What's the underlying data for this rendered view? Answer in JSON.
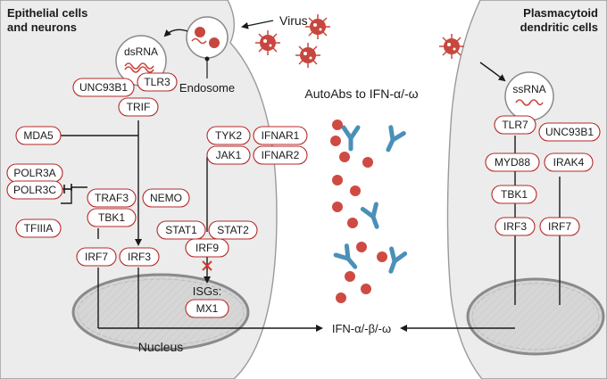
{
  "panels": {
    "left_title_1": "Epithelial cells",
    "left_title_2": "and neurons",
    "right_title_1": "Plasmacytoid",
    "right_title_2": "dendritic cells"
  },
  "labels": {
    "virus": "Virus",
    "endosome": "Endosome",
    "dsrna": "dsRNA",
    "ssrna": "ssRNA",
    "autoabs": "AutoAbs to IFN-α/-ω",
    "isgs": "ISGs:",
    "nucleus": "Nucleus",
    "ifn": "IFN-α/-β/-ω"
  },
  "proteins": {
    "unc93b1_left": "UNC93B1",
    "tlr3": "TLR3",
    "trif": "TRIF",
    "mda5": "MDA5",
    "polr3a": "POLR3A",
    "polr3c": "POLR3C",
    "tfiiia": "TFIIIA",
    "traf3": "TRAF3",
    "tbk1_left": "TBK1",
    "nemo": "NEMO",
    "irf7_left": "IRF7",
    "irf3_left": "IRF3",
    "tyk2": "TYK2",
    "ifnar1": "IFNAR1",
    "jak1": "JAK1",
    "ifnar2": "IFNAR2",
    "stat1": "STAT1",
    "stat2": "STAT2",
    "irf9": "IRF9",
    "mx1": "MX1",
    "tlr7": "TLR7",
    "unc93b1_right": "UNC93B1",
    "myd88": "MYD88",
    "irak4": "IRAK4",
    "tbk1_right": "TBK1",
    "irf3_right": "IRF3",
    "irf7_right": "IRF7"
  },
  "colors": {
    "cell_fill": "#ececec",
    "cell_stroke": "#9a9a9a",
    "pill_stroke": "#b52a2a",
    "virus_red": "#c7473f",
    "ifn_red": "#cf4a42",
    "antibody_blue": "#4a90b8",
    "inhibit_red": "#d23a2e"
  },
  "icons": {
    "virus": "virus-icon",
    "ifn": "ifn-molecule-icon",
    "antibody": "antibody-icon",
    "inhibit": "red-x-icon"
  }
}
